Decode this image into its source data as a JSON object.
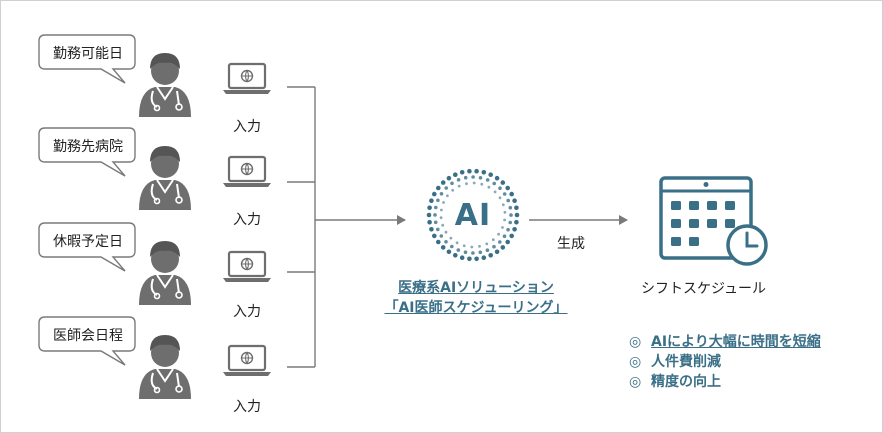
{
  "doctors": [
    {
      "bubble": "勤務可能日",
      "input_label": "入力"
    },
    {
      "bubble": "勤務先病院",
      "input_label": "入力"
    },
    {
      "bubble": "休暇予定日",
      "input_label": "入力"
    },
    {
      "bubble": "医師会日程",
      "input_label": "入力"
    }
  ],
  "ai": {
    "logo_text": "AI",
    "caption_line1": "医療系AIソリューション",
    "caption_line2": "「AI医師スケジューリング」"
  },
  "arrow_label": "生成",
  "output": {
    "label": "シフトスケジュール"
  },
  "benefits": [
    {
      "mark": "◎",
      "text": "AIにより大幅に時間を短縮"
    },
    {
      "mark": "◎",
      "text": "人件費削減"
    },
    {
      "mark": "◎",
      "text": "精度の向上"
    }
  ],
  "colors": {
    "accent": "#3a6f88",
    "icon_gray": "#6e6e6e",
    "line": "#7a7a7a"
  }
}
